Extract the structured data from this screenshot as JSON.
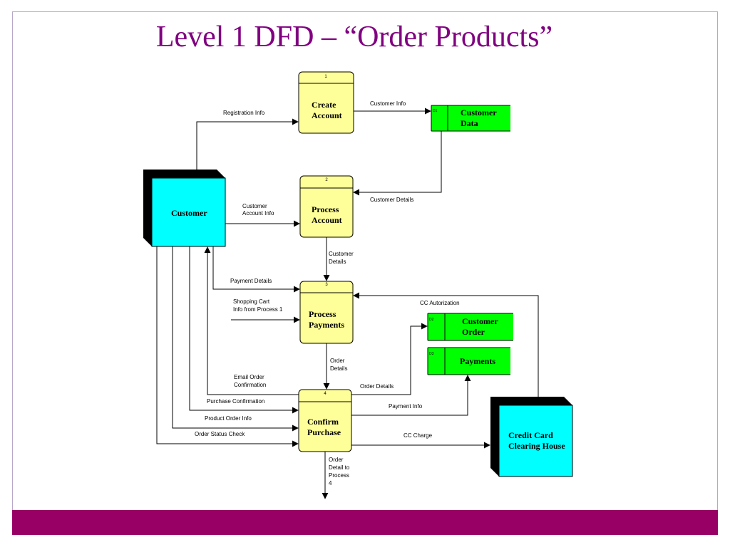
{
  "title": "Level 1 DFD – “Order Products”",
  "colors": {
    "title": "#800080",
    "footer": "#990066",
    "process_fill": "#ffff99",
    "store_fill": "#00ff00",
    "entity_fill": "#00ffff"
  },
  "processes": [
    {
      "id": "1",
      "line1": "Create",
      "line2": "Account"
    },
    {
      "id": "2",
      "line1": "Process",
      "line2": "Account"
    },
    {
      "id": "3",
      "line1": "Process",
      "line2": "Payments"
    },
    {
      "id": "4",
      "line1": "Confirm",
      "line2": "Purchase"
    }
  ],
  "stores": [
    {
      "id": "D1",
      "line1": "Customer",
      "line2": "Data"
    },
    {
      "id": "D2",
      "line1": "Customer",
      "line2": "Order"
    },
    {
      "id": "D3",
      "line1": "Payments",
      "line2": ""
    }
  ],
  "entities": [
    {
      "line1": "Customer",
      "line2": ""
    },
    {
      "line1": "Credit Card",
      "line2": "Clearing House"
    }
  ],
  "flows": {
    "registration_info": "Registration Info",
    "customer_info": "Customer Info",
    "customer_details_store": "Customer Details",
    "customer_account_info_1": "Customer",
    "customer_account_info_2": "Account Info",
    "customer_details_1": "Customer",
    "customer_details_2": "Details",
    "payment_details": "Payment Details",
    "shopping_cart_1": "Shopping Cart",
    "shopping_cart_2": "Info from Process 1",
    "cc_authorization": "CC Autorization",
    "order_details_1": "Order",
    "order_details_2": "Details",
    "email_order_1": "Email Order",
    "email_order_2": "Confirmation",
    "order_details_store": "Order Details",
    "purchase_confirmation": "Purchase Confirmation",
    "payment_info": "Payment Info",
    "product_order_info": "Product Order Info",
    "order_status_check": "Order Status Check",
    "cc_charge": "CC Charge",
    "order_detail_p4_1": "Order",
    "order_detail_p4_2": "Detail to",
    "order_detail_p4_3": "Process",
    "order_detail_p4_4": "4"
  }
}
